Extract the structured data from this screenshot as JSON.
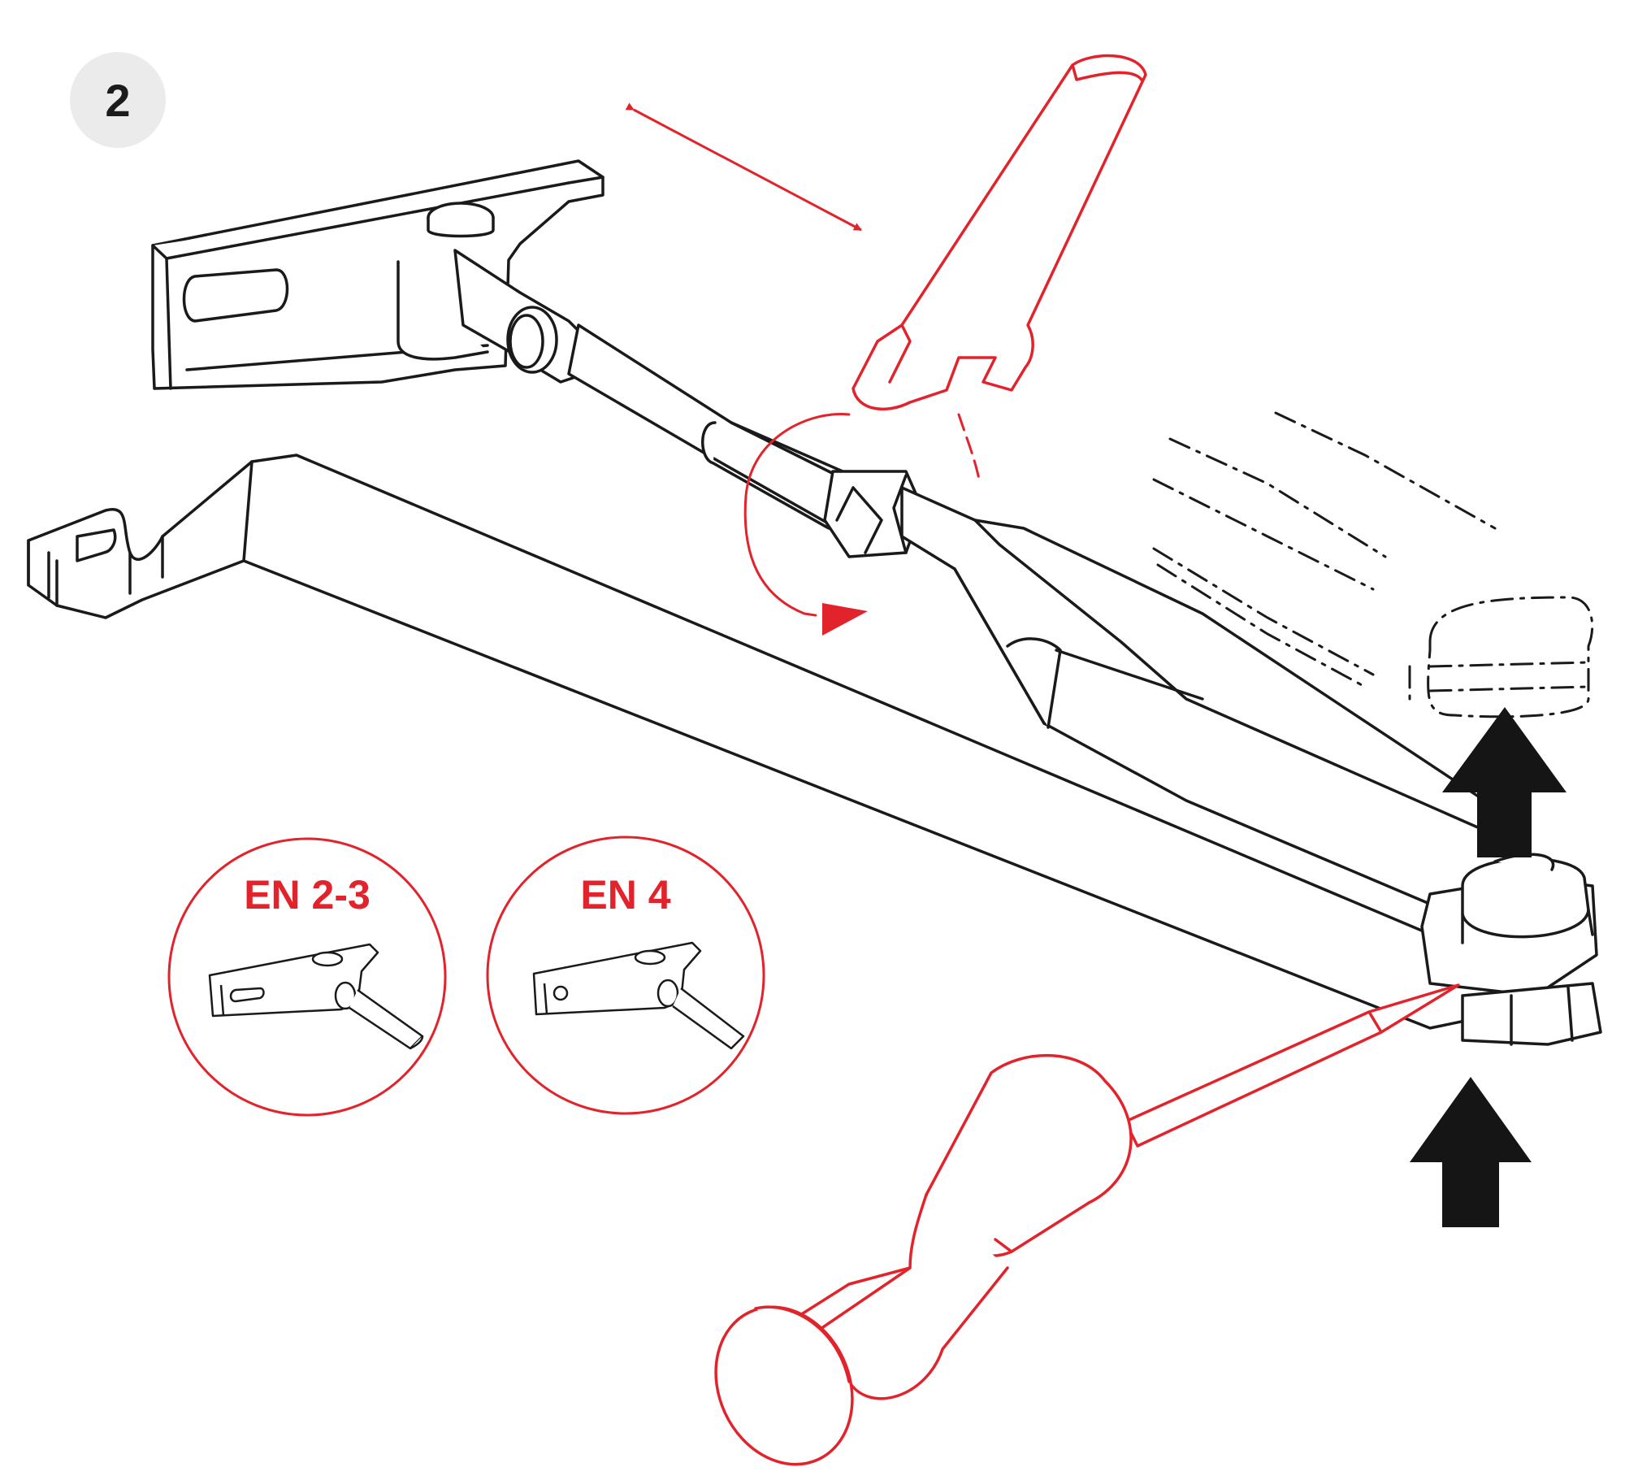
{
  "step": {
    "number": "2"
  },
  "insets": [
    {
      "label": "EN 2-3"
    },
    {
      "label": "EN 4"
    }
  ],
  "colors": {
    "line": "#1a1a1a",
    "accent": "#e3232b",
    "badge_bg": "#ebebeb",
    "arrow_fill": "#151515"
  },
  "icons": [
    "wrench-icon",
    "screwdriver-icon",
    "up-arrow-icon",
    "double-arrow-icon",
    "rotation-arrow-icon"
  ]
}
